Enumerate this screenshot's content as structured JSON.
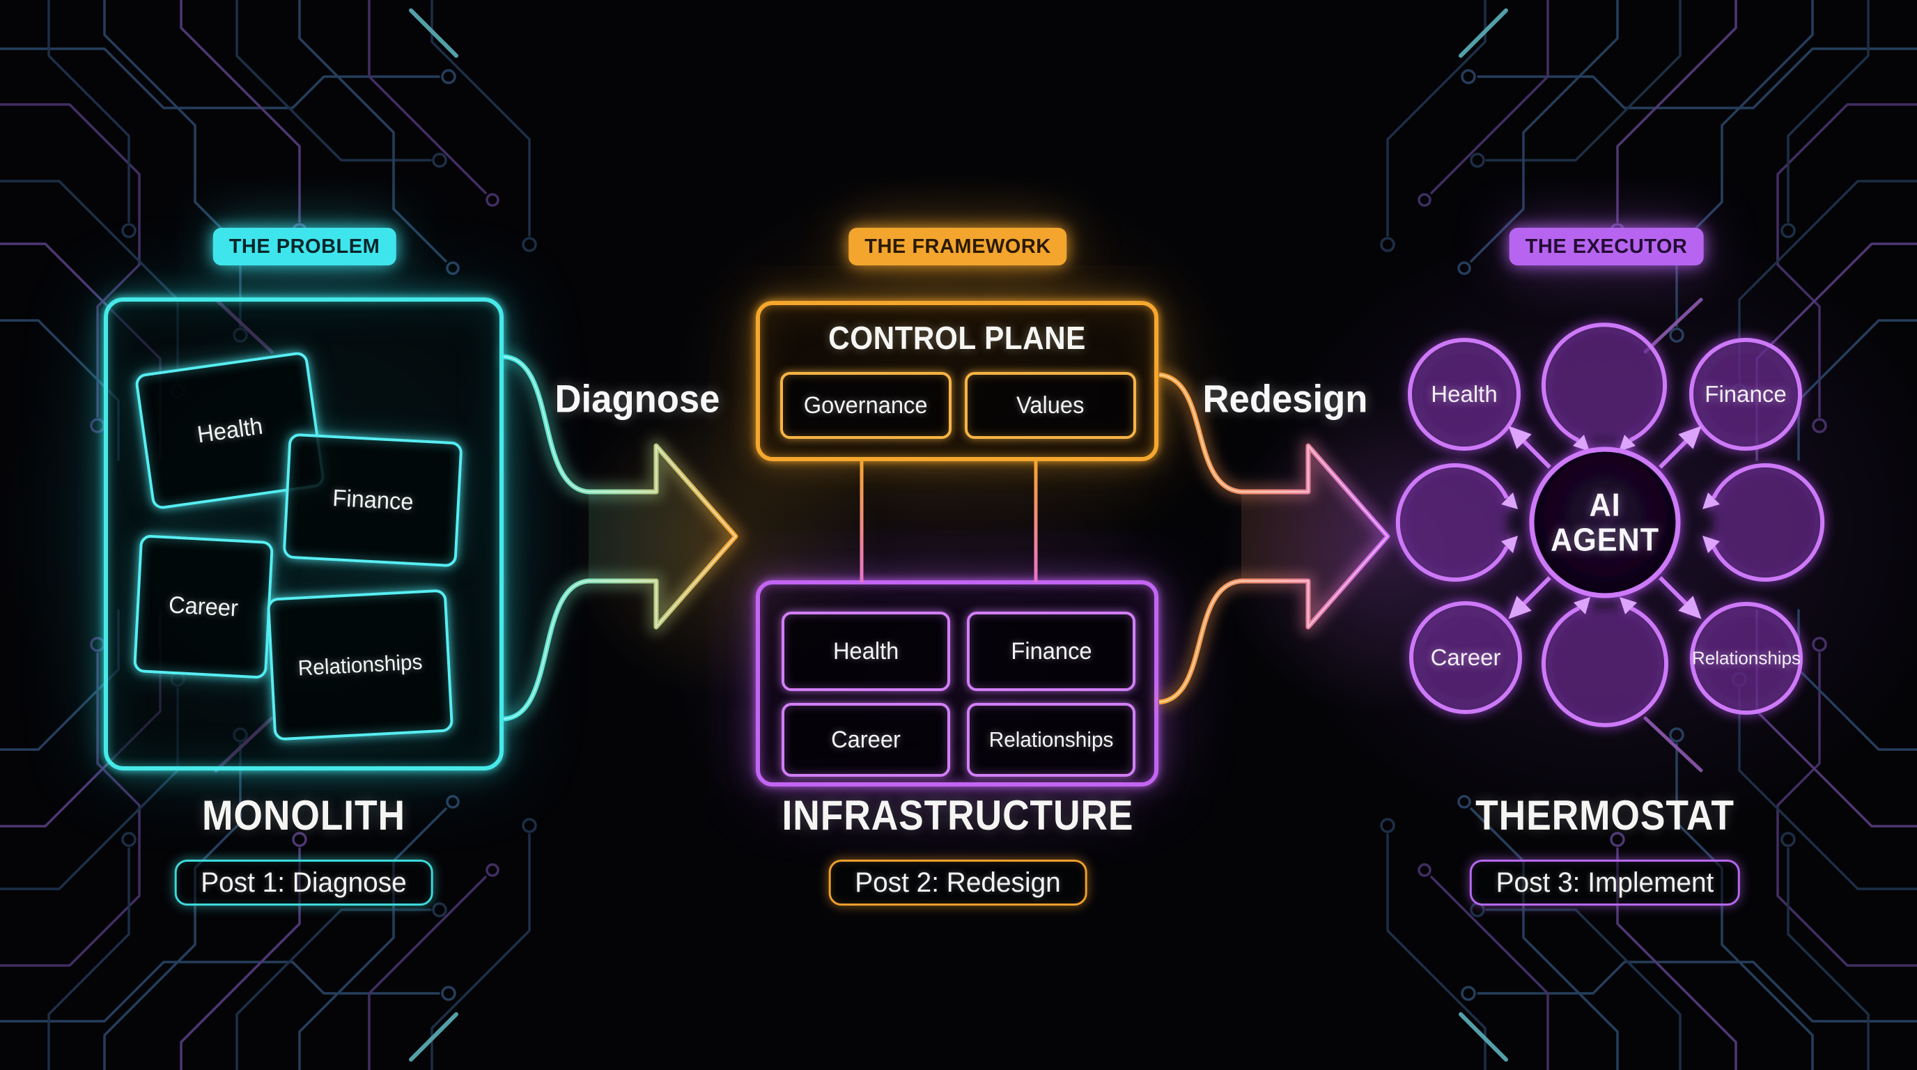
{
  "sections": {
    "problem": {
      "badge": "THE PROBLEM",
      "cards": [
        "Health",
        "Finance",
        "Career",
        "Relationships"
      ],
      "title": "MONOLITH",
      "post": "Post 1: Diagnose"
    },
    "framework": {
      "badge": "THE FRAMEWORK",
      "control_plane": {
        "title": "CONTROL PLANE",
        "items": [
          "Governance",
          "Values"
        ]
      },
      "infrastructure": {
        "items": [
          "Health",
          "Finance",
          "Career",
          "Relationships"
        ]
      },
      "title": "INFRASTRUCTURE",
      "post": "Post 2: Redesign"
    },
    "executor": {
      "badge": "THE EXECUTOR",
      "center": {
        "line1": "AI",
        "line2": "AGENT"
      },
      "nodes": [
        "Health",
        "Finance",
        "Career",
        "Relationships"
      ],
      "title": "THERMOSTAT",
      "post": "Post 3: Implement"
    }
  },
  "arrows": [
    {
      "label": "Diagnose"
    },
    {
      "label": "Redesign"
    }
  ],
  "colors": {
    "cyan": "#3fe6e6",
    "orange": "#f5a52c",
    "purple": "#c365f3",
    "background": "#040407",
    "text": "#f4f4f2"
  }
}
